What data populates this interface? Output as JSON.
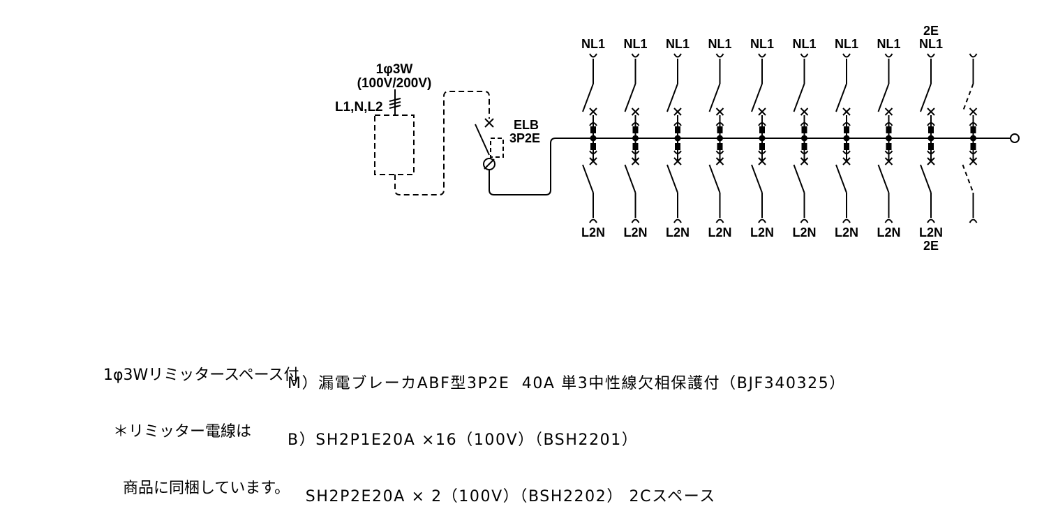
{
  "source": {
    "phase": "1φ3W",
    "voltage": "(100V/200V)",
    "lines": "L1,N,L2"
  },
  "main_breaker": {
    "name": "ELB",
    "poles": "3P2E"
  },
  "branches": [
    {
      "top": "NL1",
      "bottom": "L2N",
      "top_sub": "",
      "bottom_sub": "",
      "spare": false
    },
    {
      "top": "NL1",
      "bottom": "L2N",
      "top_sub": "",
      "bottom_sub": "",
      "spare": false
    },
    {
      "top": "NL1",
      "bottom": "L2N",
      "top_sub": "",
      "bottom_sub": "",
      "spare": false
    },
    {
      "top": "NL1",
      "bottom": "L2N",
      "top_sub": "",
      "bottom_sub": "",
      "spare": false
    },
    {
      "top": "NL1",
      "bottom": "L2N",
      "top_sub": "",
      "bottom_sub": "",
      "spare": false
    },
    {
      "top": "NL1",
      "bottom": "L2N",
      "top_sub": "",
      "bottom_sub": "",
      "spare": false
    },
    {
      "top": "NL1",
      "bottom": "L2N",
      "top_sub": "",
      "bottom_sub": "",
      "spare": false
    },
    {
      "top": "NL1",
      "bottom": "L2N",
      "top_sub": "",
      "bottom_sub": "",
      "spare": false
    },
    {
      "top": "NL1",
      "bottom": "L2N",
      "top_sub": "2E",
      "bottom_sub": "2E",
      "spare": false
    },
    {
      "top": "",
      "bottom": "",
      "top_sub": "",
      "bottom_sub": "",
      "spare": true
    }
  ],
  "notes_left": [
    "1φ3Wリミッタースペース付",
    "  ＊リミッター電線は",
    "    商品に同梱しています。"
  ],
  "spec_lines": [
    "M）漏電ブレーカABF型3P2E  40A 単3中性線欠相保護付（BJF340325）",
    "B）SH2P1E20A ×16（100V）（BSH2201）",
    "   SH2P2E20A × 2（100V）（BSH2202） 2Cスペース"
  ]
}
